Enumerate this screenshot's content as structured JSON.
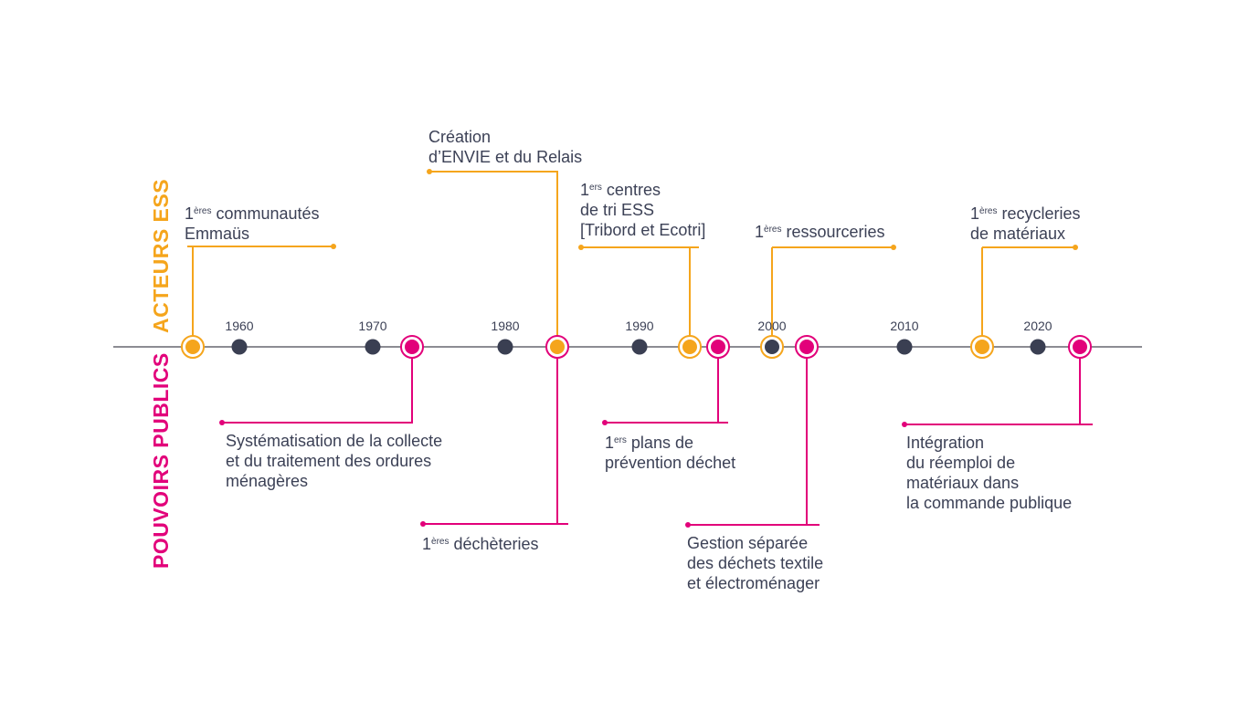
{
  "colors": {
    "ess": "#F5A51C",
    "public": "#E2007A",
    "decade": "#3A3F52",
    "axis": "#8C8C93"
  },
  "side_labels": {
    "ess": "ACTEURS ESS",
    "public": "POUVOIRS PUBLICS"
  },
  "years": [
    "1960",
    "1970",
    "1980",
    "1990",
    "2000",
    "2010",
    "2020"
  ],
  "ess_events": [
    {
      "num": "1",
      "sup": "ères",
      "line1": " communautés",
      "line2": "Emmaüs"
    },
    {
      "line1": "Création",
      "line2": "d’ENVIE et du Relais"
    },
    {
      "num": "1",
      "sup": "ers",
      "line1": " centres",
      "line2": "de tri ESS",
      "line3": "[Tribord et Ecotri]"
    },
    {
      "num": "1",
      "sup": "ères",
      "line1": " ressourceries"
    },
    {
      "num": "1",
      "sup": "ères",
      "line1": " recycleries",
      "line2": "de matériaux"
    }
  ],
  "public_events": [
    {
      "line1": "Systématisation de la collecte",
      "line2": "et du traitement des ordures",
      "line3": "ménagères"
    },
    {
      "num": "1",
      "sup": "ères",
      "line1": " déchèteries"
    },
    {
      "num": "1",
      "sup": "ers",
      "line1": " plans de",
      "line2": "prévention déchet"
    },
    {
      "line1": "Gestion séparée",
      "line2": "des déchets textile",
      "line3": "et électroménager"
    },
    {
      "line1": "Intégration",
      "line2": "du réemploi de",
      "line3": "matériaux dans",
      "line4": "la commande publique"
    }
  ]
}
